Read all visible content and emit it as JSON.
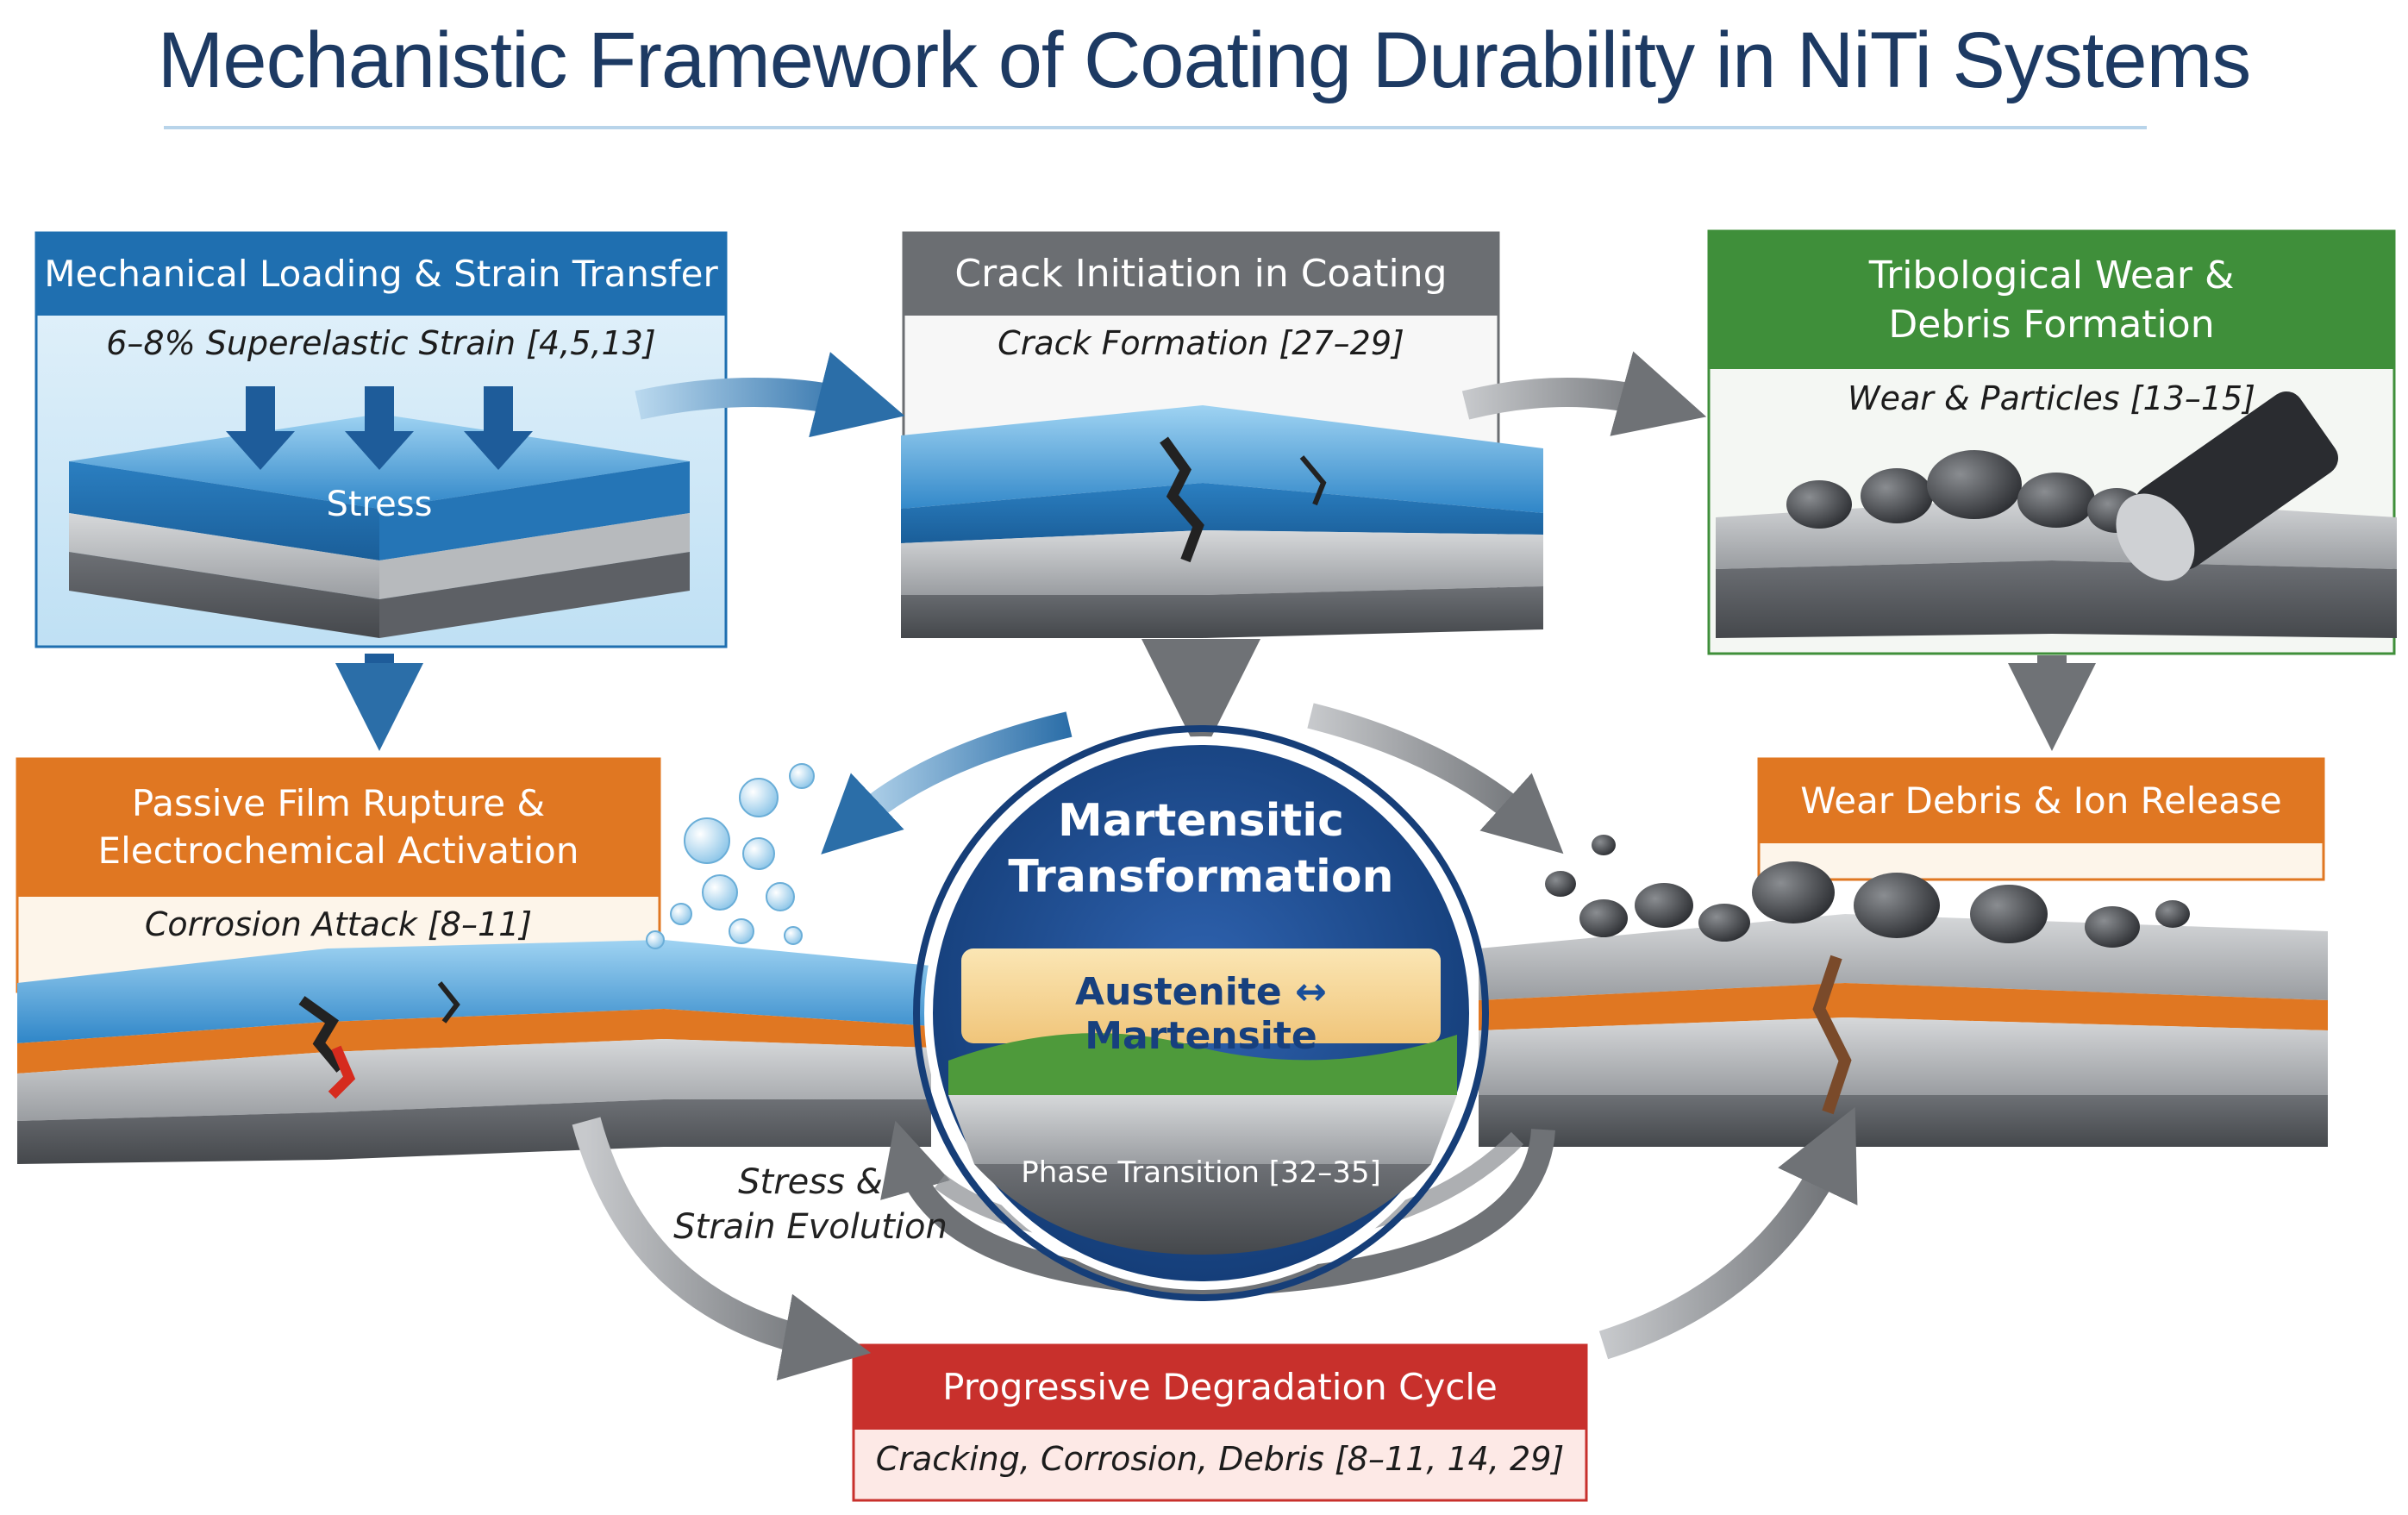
{
  "title": "Mechanistic Framework of Coating Durability in NiTi Systems",
  "colors": {
    "title": "#1d3a63",
    "blue": "#1f6fb0",
    "grey": "#6b6e72",
    "green": "#3f8f3a",
    "orange": "#e07722",
    "red": "#c8302c",
    "navy": "#163e78"
  },
  "boxes": {
    "mechanical": {
      "title": "Mechanical Loading & Strain Transfer",
      "subtitle": "6–8% Superelastic Strain [4,5,13]",
      "stress_label": "Stress"
    },
    "crack": {
      "title": "Crack Initiation in Coating",
      "subtitle": "Crack Formation [27–29]"
    },
    "wear": {
      "title_line1": "Tribological Wear &",
      "title_line2": "Debris Formation",
      "subtitle": "Wear & Particles [13–15]"
    },
    "passive": {
      "title_line1": "Passive Film Rupture &",
      "title_line2": "Electrochemical Activation",
      "subtitle": "Corrosion Attack [8–11]"
    },
    "debris": {
      "title": "Wear Debris & Ion Release"
    },
    "cycle": {
      "title": "Progressive Degradation Cycle",
      "subtitle": "Cracking, Corrosion, Debris [8–11, 14, 29]"
    }
  },
  "center": {
    "title_line1": "Martensitic",
    "title_line2": "Transformation",
    "phase_left": "Austenite",
    "phase_arrow": "↔",
    "phase_right": "Martensite",
    "caption": "Phase Transition [32–35]"
  },
  "annotation": {
    "line1": "Stress &",
    "line2": "Strain Evolution"
  }
}
